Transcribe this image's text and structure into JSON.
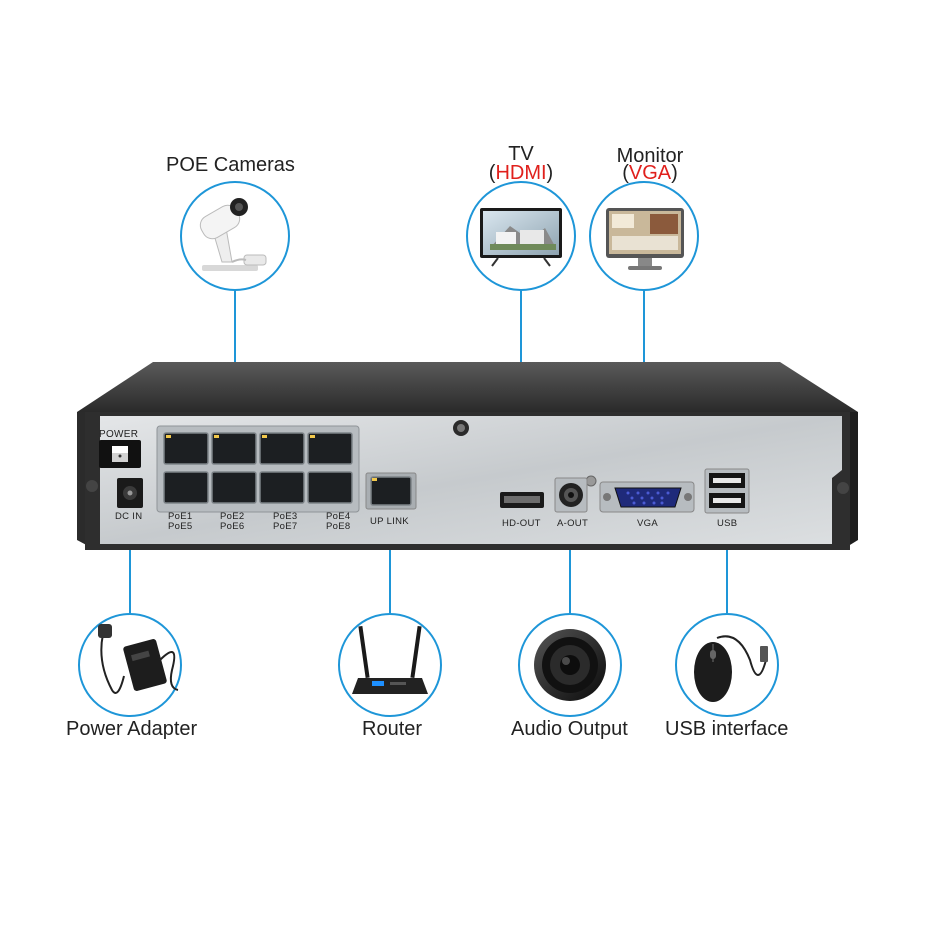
{
  "labels": {
    "poe_cameras": "POE Cameras",
    "tv": "TV",
    "hdmi_prefix": "(",
    "hdmi": "HDMI",
    "hdmi_suffix": ")",
    "monitor": "Monitor",
    "vga_prefix": "(",
    "vga": "VGA",
    "vga_suffix": ")",
    "power_adapter": "Power Adapter",
    "router": "Router",
    "audio_output": "Audio Output",
    "usb_interface": "USB interface"
  },
  "ports": {
    "power": "POWER",
    "dc_in": "DC IN",
    "poe1": "PoE1",
    "poe5": "PoE5",
    "poe2": "PoE2",
    "poe6": "PoE6",
    "poe3": "PoE3",
    "poe7": "PoE7",
    "poe4": "PoE4",
    "poe8": "PoE8",
    "uplink": "UP LINK",
    "hd_out": "HD-OUT",
    "a_out": "A-OUT",
    "vga": "VGA",
    "usb": "USB"
  },
  "colors": {
    "accent_blue": "#1e96d8",
    "highlight_red": "#e0201c",
    "chassis_dark": "#3a3a3a",
    "panel_silver": "#c9cdd0"
  },
  "icons": [
    "camera-icon",
    "tv-icon",
    "monitor-icon",
    "power-adapter-icon",
    "router-icon",
    "speaker-icon",
    "mouse-icon"
  ]
}
